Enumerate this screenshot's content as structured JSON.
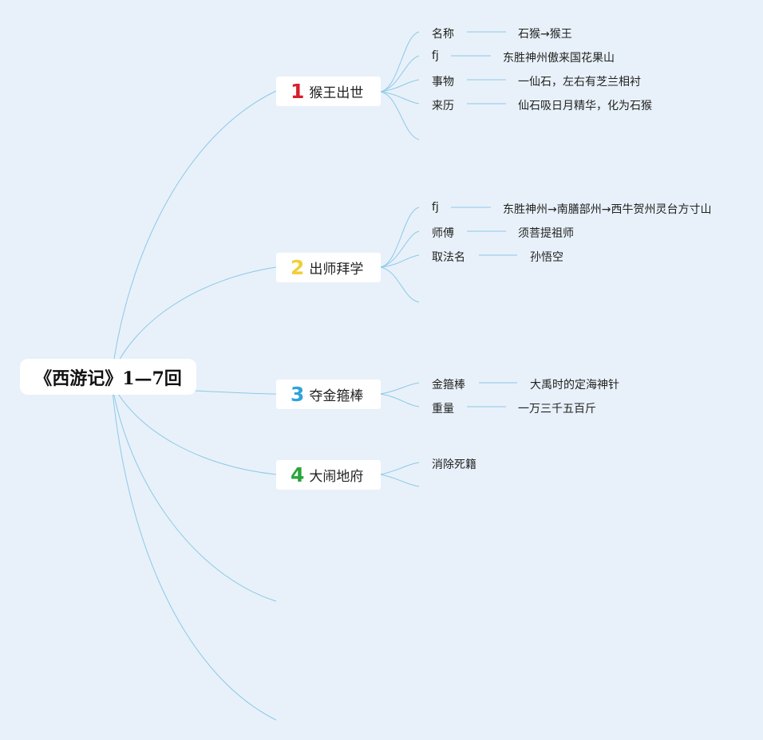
{
  "root": {
    "title": "《西游记》1—7回"
  },
  "topics": [
    {
      "num": "1",
      "num_color": "#d81e2a",
      "label": "猴王出世",
      "items": [
        {
          "key": "名称",
          "value": "石猴→猴王"
        },
        {
          "key": "fj",
          "value": "东胜神州傲来国花果山"
        },
        {
          "key": "事物",
          "value": "一仙石，左右有芝兰相衬"
        },
        {
          "key": "来历",
          "value": "仙石吸日月精华，化为石猴"
        }
      ]
    },
    {
      "num": "2",
      "num_color": "#f2cf38",
      "label": "出师拜学",
      "items": [
        {
          "key": "fj",
          "value": "东胜神州→南膳部州→西牛贺州灵台方寸山"
        },
        {
          "key": "师傅",
          "value": "须菩提祖师"
        },
        {
          "key": "取法名",
          "value": "孙悟空"
        }
      ]
    },
    {
      "num": "3",
      "num_color": "#2fa3db",
      "label": "夺金箍棒",
      "items": [
        {
          "key": "金箍棒",
          "value": "大禹时的定海神针"
        },
        {
          "key": "重量",
          "value": "一万三千五百斤"
        }
      ]
    },
    {
      "num": "4",
      "num_color": "#2aa43a",
      "label": "大闹地府",
      "items": [
        {
          "key": "消除死籍",
          "value": ""
        }
      ]
    }
  ]
}
